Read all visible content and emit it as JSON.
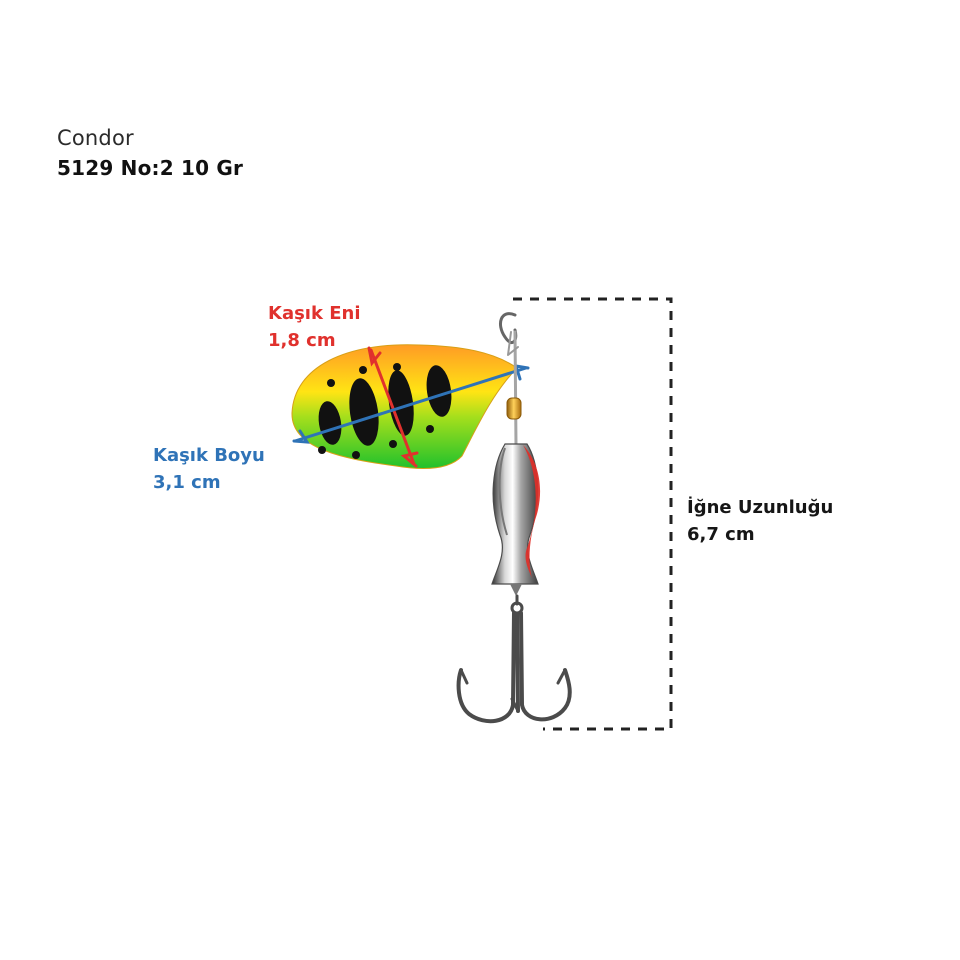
{
  "product": {
    "brand": "Condor",
    "model": "5129 No:2 10 Gr"
  },
  "dimensions": {
    "spoon_width": {
      "label": "Kaşık Eni",
      "value": "1,8 cm",
      "color": "#e0312d"
    },
    "spoon_length": {
      "label": "Kaşık Boyu",
      "value": "3,1 cm",
      "color": "#2f73b7"
    },
    "hook_length": {
      "label": "İğne Uzunluğu",
      "value": "6,7 cm",
      "color": "#161616"
    }
  },
  "lure_colors": {
    "spoon_top": "#ff9b25",
    "spoon_middle": "#ffe414",
    "spoon_bottom": "#20c12c",
    "spots": "#111111",
    "body_accent": "#e12f28"
  }
}
